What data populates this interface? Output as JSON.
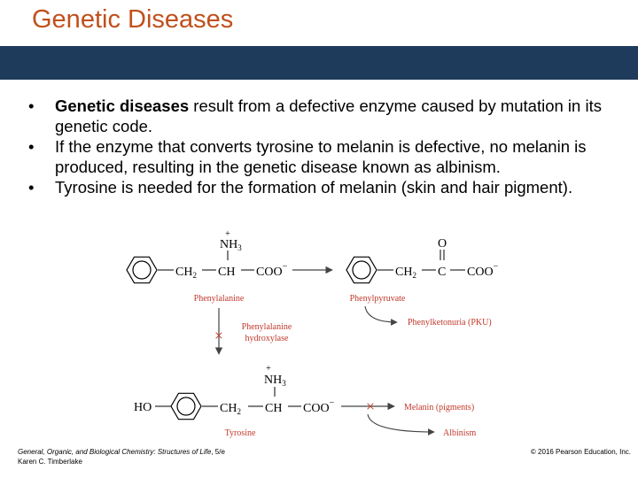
{
  "slide": {
    "title": "Genetic Diseases",
    "bullets": [
      {
        "bold": "Genetic diseases",
        "text": " result from a defective enzyme caused by mutation in its genetic code."
      },
      {
        "bold": "",
        "text": "If the enzyme that converts tyrosine to melanin is defective, no melanin is produced, resulting in the genetic disease known as albinism."
      },
      {
        "bold": "",
        "text": "Tyrosine is needed for the formation of melanin (skin and hair pigment)."
      }
    ],
    "bullet_char": "•"
  },
  "scheme": {
    "phe": {
      "ch2": "CH",
      "sub2": "2",
      "ch": "CH",
      "coo": "COO",
      "nh": "NH",
      "sub3": "3",
      "plus": "+",
      "minus": "−",
      "label": "Phenylalanine"
    },
    "pyr": {
      "ch2": "CH",
      "sub2": "2",
      "c": "C",
      "coo": "COO",
      "o": "O",
      "minus": "−",
      "label": "Phenylpyruvate"
    },
    "pku": "Phenylketonuria (PKU)",
    "enzyme_line1": "Phenylalanine",
    "enzyme_line2": "hydroxylase",
    "tyr": {
      "ho": "HO",
      "ch2": "CH",
      "sub2": "2",
      "ch": "CH",
      "coo": "COO",
      "nh": "NH",
      "sub3": "3",
      "plus": "+",
      "minus": "−",
      "label": "Tyrosine"
    },
    "melanin": "Melanin (pigments)",
    "albinism": "Albinism",
    "block_mark": "×",
    "colors": {
      "label": "#c0392b",
      "arrow": "#444444",
      "block": "#c0392b",
      "title": "#c0501c",
      "band": "#1f3b5c"
    }
  },
  "footer": {
    "book": "General, Organic, and Biological Chemistry: Structures of Life",
    "edition": ", 5/e",
    "author": "Karen C. Timberlake",
    "copyright": "© 2016 Pearson Education, Inc."
  }
}
